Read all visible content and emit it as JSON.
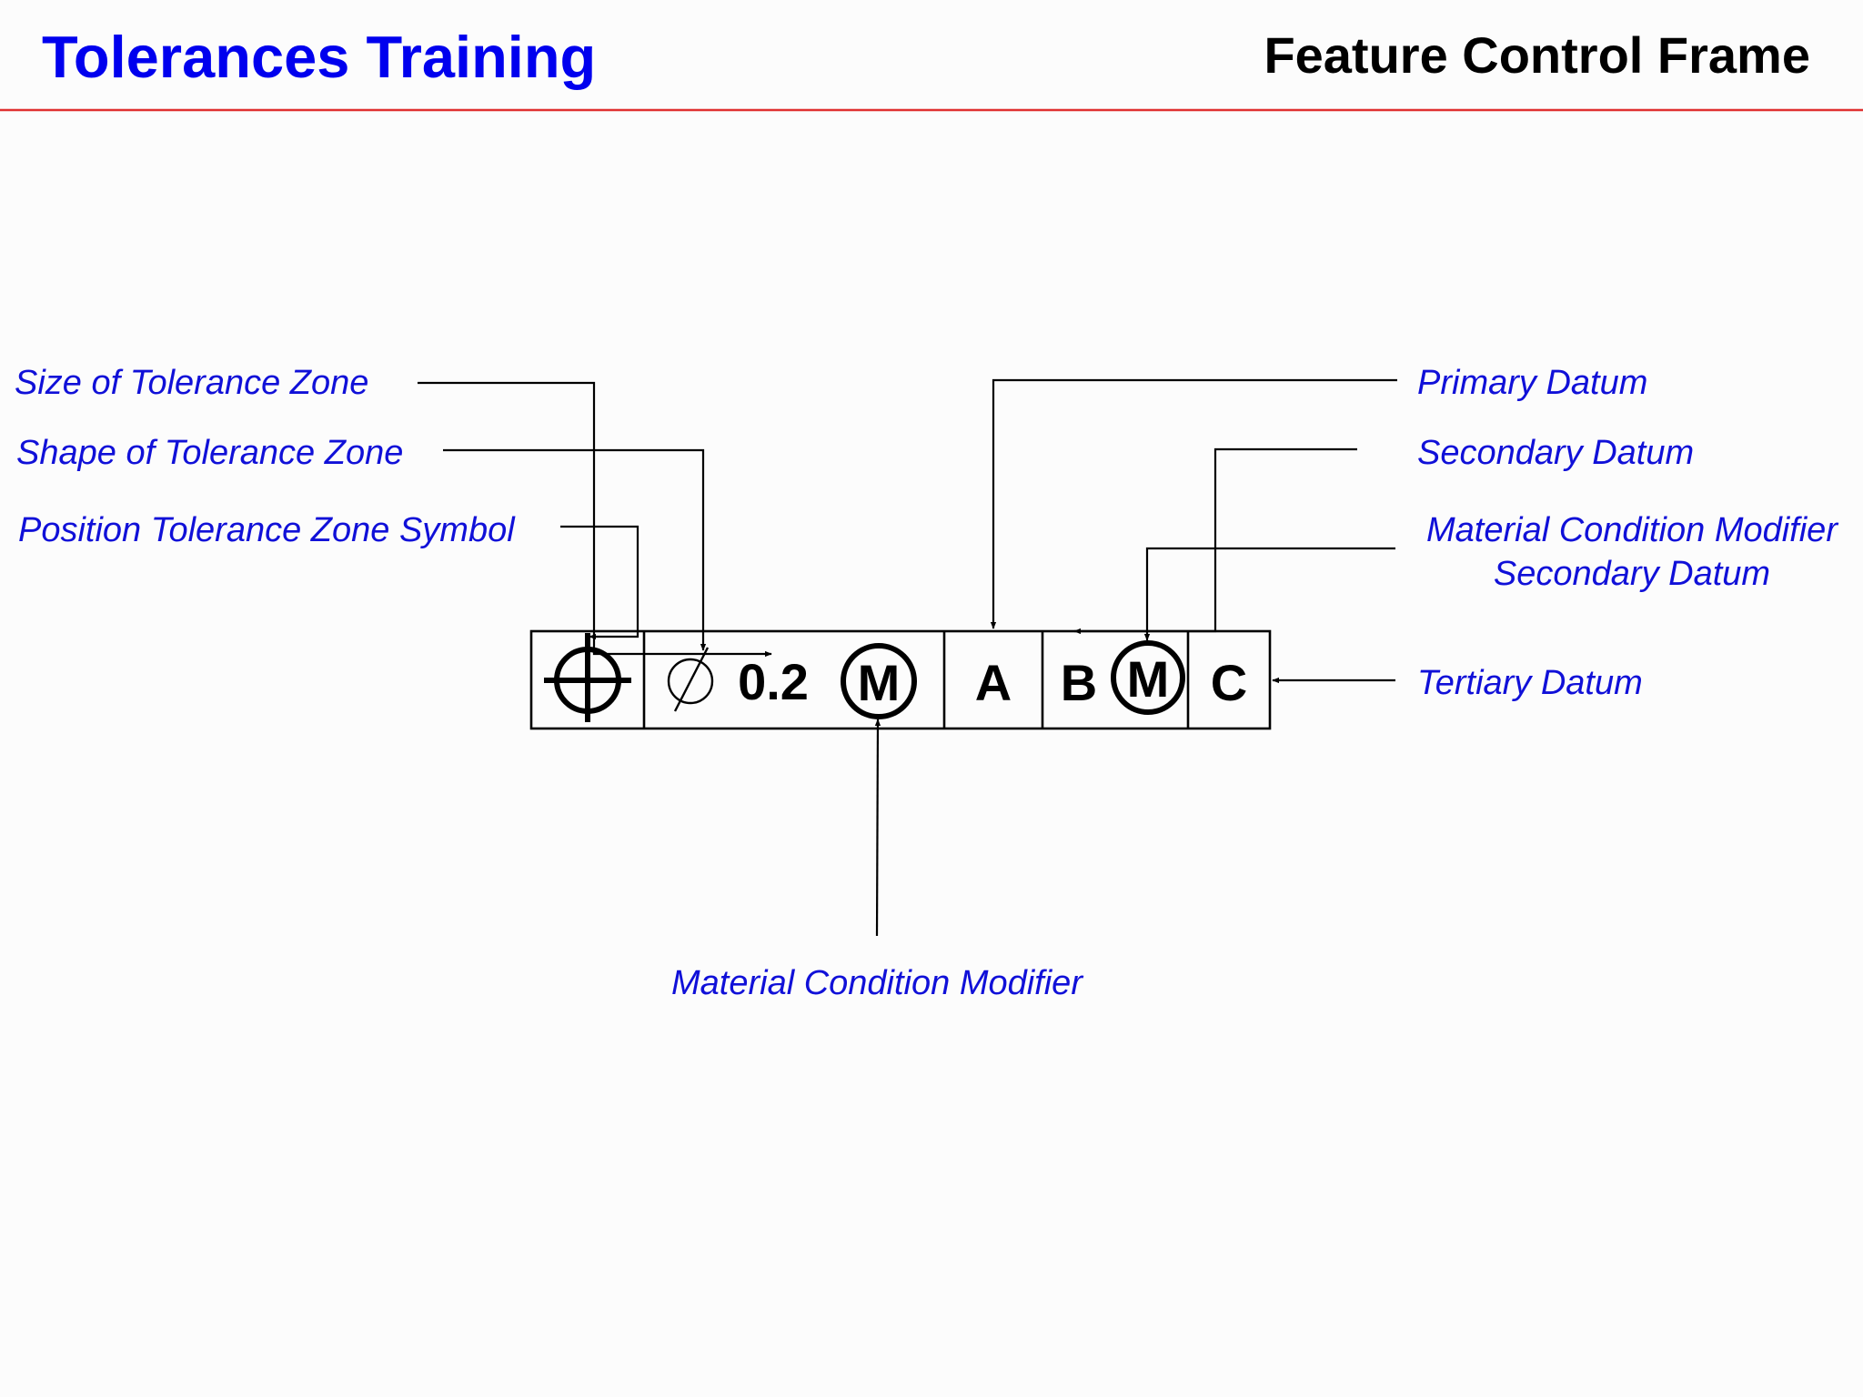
{
  "header": {
    "title": "Tolerances Training",
    "subtitle": "Feature Control Frame",
    "rule_color": "#e03030",
    "title_color": "#0000ee"
  },
  "frame": {
    "symbol_icon": "position-icon",
    "diameter_icon": "diameter-icon",
    "tolerance_value": "0.2",
    "tolerance_modifier": "M",
    "primary_datum": "A",
    "secondary_datum": "B",
    "secondary_modifier": "M",
    "tertiary_datum": "C"
  },
  "callouts": {
    "size_of_zone": "Size of Tolerance Zone",
    "shape_of_zone": "Shape of Tolerance Zone",
    "position_symbol": "Position Tolerance Zone Symbol",
    "primary_datum": "Primary Datum",
    "secondary_datum": "Secondary Datum",
    "mcm_secondary_line1": "Material Condition Modifier",
    "mcm_secondary_line2": "Secondary Datum",
    "tertiary_datum": "Tertiary Datum",
    "material_condition_modifier": "Material Condition Modifier",
    "label_color": "#1010d8"
  }
}
